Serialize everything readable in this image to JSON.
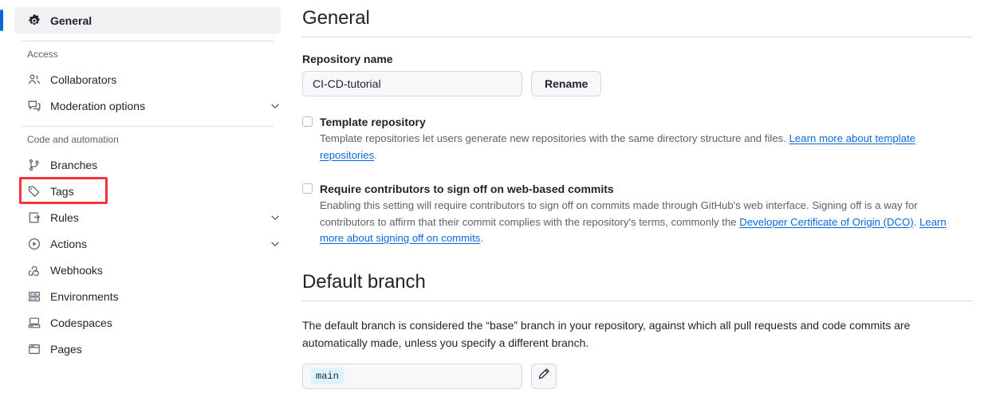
{
  "sidebar": {
    "primary": [
      {
        "label": "General",
        "icon": "gear-icon",
        "active": true
      }
    ],
    "groups": [
      {
        "label": "Access",
        "items": [
          {
            "label": "Collaborators",
            "icon": "people-icon",
            "chevron": false
          },
          {
            "label": "Moderation options",
            "icon": "comment-discussion-icon",
            "chevron": true
          }
        ]
      },
      {
        "label": "Code and automation",
        "items": [
          {
            "label": "Branches",
            "icon": "git-branch-icon",
            "chevron": false,
            "highlighted": true
          },
          {
            "label": "Tags",
            "icon": "tag-icon",
            "chevron": false
          },
          {
            "label": "Rules",
            "icon": "rules-icon",
            "chevron": true
          },
          {
            "label": "Actions",
            "icon": "play-icon",
            "chevron": true
          },
          {
            "label": "Webhooks",
            "icon": "webhook-icon",
            "chevron": false
          },
          {
            "label": "Environments",
            "icon": "server-icon",
            "chevron": false
          },
          {
            "label": "Codespaces",
            "icon": "codespaces-icon",
            "chevron": false
          },
          {
            "label": "Pages",
            "icon": "browser-icon",
            "chevron": false
          }
        ]
      }
    ],
    "highlight_color": "#f5333f",
    "active_indicator_color": "#0969da"
  },
  "main": {
    "title": "General",
    "repository_name": {
      "label": "Repository name",
      "value": "CI-CD-tutorial",
      "rename_button": "Rename"
    },
    "template_repository": {
      "title": "Template repository",
      "checked": false,
      "desc_before": "Template repositories let users generate new repositories with the same directory structure and files. ",
      "link_text": "Learn more about template repositories",
      "desc_after": "."
    },
    "sign_off": {
      "title": "Require contributors to sign off on web-based commits",
      "checked": false,
      "desc_part1": "Enabling this setting will require contributors to sign off on commits made through GitHub's web interface. Signing off is a way for contributors to affirm that their commit complies with the repository's terms, commonly the ",
      "link1_text": "Developer Certificate of Origin (DCO)",
      "desc_part2": ". ",
      "link2_text": "Learn more about signing off on commits",
      "desc_part3": "."
    },
    "default_branch": {
      "title": "Default branch",
      "description": "The default branch is considered the “base” branch in your repository, against which all pull requests and code commits are automatically made, unless you specify a different branch.",
      "branch_name": "main",
      "edit_icon": "pencil-icon"
    }
  }
}
